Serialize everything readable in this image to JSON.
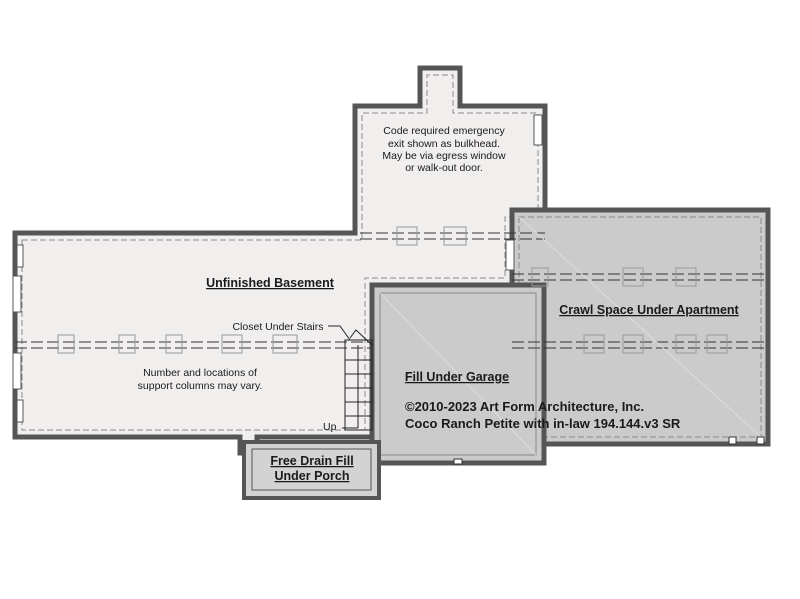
{
  "rooms": {
    "unfinished_basement": "Unfinished Basement",
    "crawl_space": "Crawl Space Under Apartment",
    "fill_garage": "Fill Under Garage",
    "porch_line1": "Free Drain Fill",
    "porch_line2": "Under Porch"
  },
  "notes": {
    "egress_line1": "Code required emergency",
    "egress_line2": "exit shown as bulkhead.",
    "egress_line3": "May be via egress window",
    "egress_line4": "or walk-out door.",
    "columns_line1": "Number and locations of",
    "columns_line2": "support columns may vary.",
    "closet": "Closet Under Stairs",
    "stair_up": "Up"
  },
  "copyright": {
    "line1": "©2010-2023 Art Form Architecture, Inc.",
    "line2": "Coco Ranch Petite with in-law 194.144.v3 SR"
  },
  "colors": {
    "basement_fill": "#f1eeee",
    "crawl_fill": "#cbcbcb",
    "garage_fill": "#cbcbcb",
    "porch_fill": "#d3d3d3",
    "wall": "#555555"
  }
}
